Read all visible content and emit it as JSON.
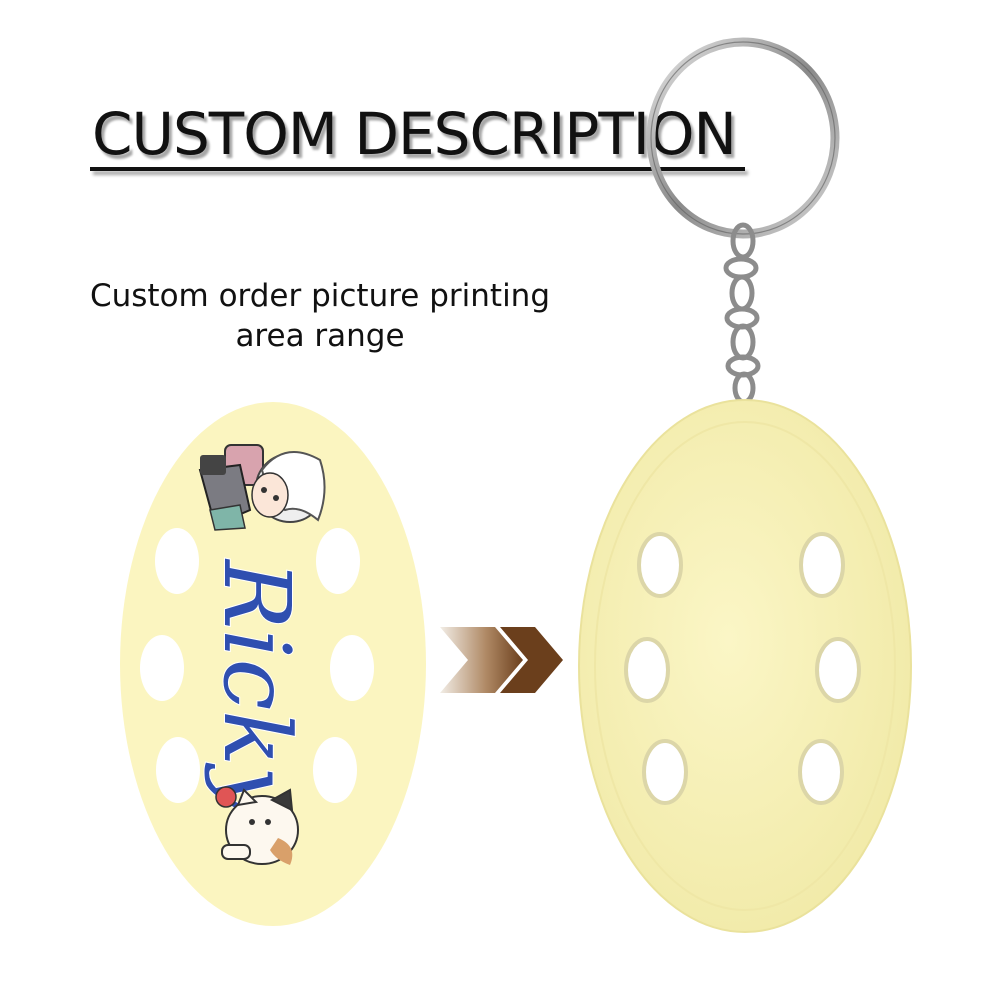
{
  "heading": "CUSTOM DESCRIPTION",
  "description": {
    "line1": "Custom order picture printing",
    "line2": "area range"
  },
  "print_preview": {
    "name_text": "Ricky",
    "name_color": "#2f4fb0",
    "shape_color": "#fbf5c0"
  },
  "arrow_icon": "double-chevron-right-icon",
  "arrow_colors": [
    "#f2ede6",
    "#6b3f1c"
  ],
  "product": {
    "keychain_color": "#f7f2b8",
    "ring_icon": "keyring-icon",
    "chain_icon": "chain-icon"
  }
}
